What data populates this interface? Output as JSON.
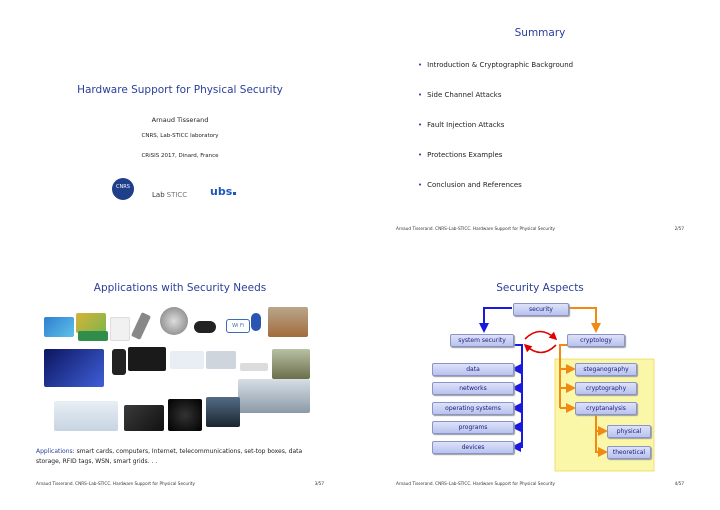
{
  "slide1": {
    "title": "Hardware Support for Physical Security",
    "author": "Arnaud Tisserand",
    "affiliation": "CNRS, Lab-STICC laboratory",
    "event": "CRiSIS 2017, Dinard, France",
    "logos": {
      "cnrs": "CNRS",
      "lab": "Lab",
      "sticc": "STICC",
      "ubs": "ubs"
    }
  },
  "slide2": {
    "title": "Summary",
    "items": [
      "Introduction & Cryptographic Background",
      "Side Channel Attacks",
      "Fault Injection Attacks",
      "Protections Examples",
      "Conclusion and References"
    ],
    "footer": "Arnaud Tisserand. CNRS–Lab-STICC. Hardware Support for Physical Security",
    "page": "2/57"
  },
  "slide3": {
    "title": "Applications with Security Needs",
    "applications_label": "Applications",
    "applications_text": ": smart cards, computers, Internet, telecommunications, set-top boxes, data storage, RFID tags, WSN, smart grids. . .",
    "wifi_label": "Wi Fi",
    "footer": "Arnaud Tisserand. CNRS–Lab-STICC. Hardware Support for Physical Security",
    "page": "3/57"
  },
  "slide4": {
    "title": "Security Aspects",
    "nodes": {
      "security": "security",
      "system_security": "system security",
      "cryptology": "cryptology",
      "data": "data",
      "networks": "networks",
      "operating_systems": "operating systems",
      "programs": "programs",
      "devices": "devices",
      "steganography": "steganography",
      "cryptography": "cryptography",
      "cryptanalysis": "cryptanalysis",
      "physical": "physical",
      "theoretical": "theoretical"
    },
    "colors": {
      "blue": "#1a1adf",
      "orange": "#f08a12",
      "red": "#e00000",
      "highlight": "#fbf7a8"
    },
    "footer": "Arnaud Tisserand. CNRS–Lab-STICC. Hardware Support for Physical Security",
    "page": "4/57"
  }
}
